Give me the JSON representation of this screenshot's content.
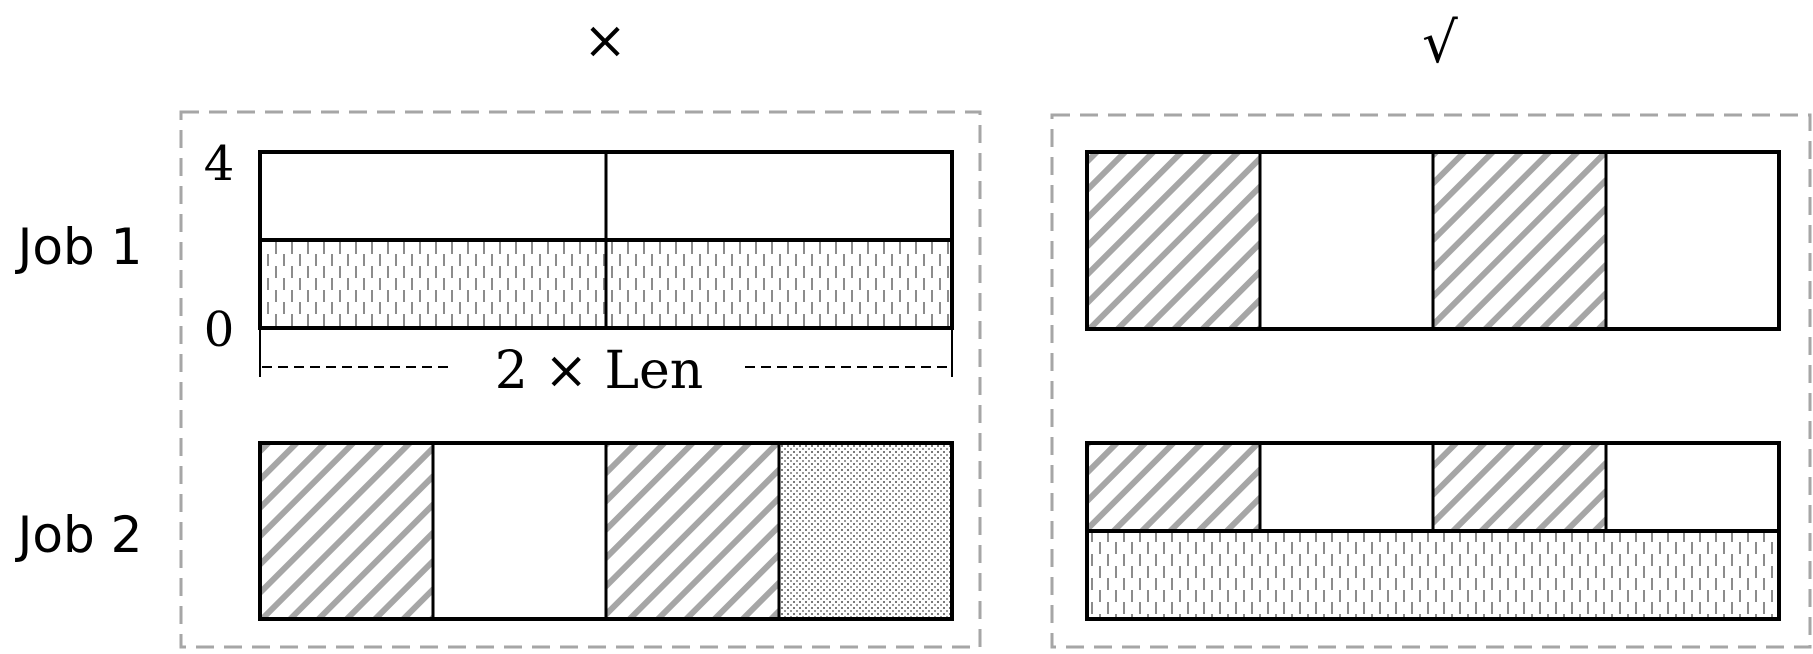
{
  "panels": {
    "left": {
      "symbol": "×"
    },
    "right": {
      "symbol": "√"
    }
  },
  "rows": {
    "job1": {
      "label": "Job 1"
    },
    "job2": {
      "label": "Job 2"
    }
  },
  "axis": {
    "top_tick": "4",
    "bottom_tick": "0",
    "span_label": "2 × Len"
  },
  "colors": {
    "border": "#000000",
    "dashed_frame": "#a6a6a6",
    "hatch": "#a6a6a6"
  }
}
